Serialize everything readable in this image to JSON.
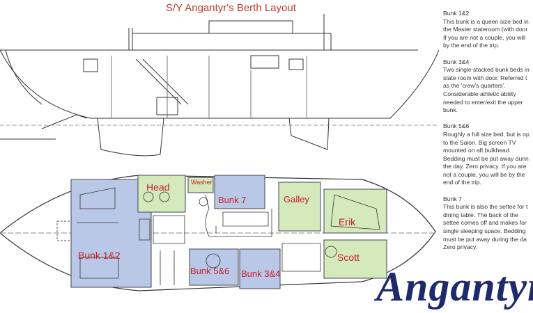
{
  "title": "S/Y Angantyr's Berth Layout",
  "notes": [
    {
      "heading": "Bunk 1&2",
      "lines": [
        "This bunk is a queen size bed in",
        "the Master stateroom (with door",
        "If you are not a couple, you will",
        "by the end of the trip."
      ]
    },
    {
      "heading": "Bunk 3&4",
      "lines": [
        "Two single stacked bunk beds in",
        "state room with door.  Referred t",
        "as the 'crew's quarters'.",
        "Considerable athletic ability",
        "needed to enter/exit the upper",
        "bunk."
      ]
    },
    {
      "heading": "Bunk 5&6",
      "lines": [
        "Roughly a full size bed, but is op",
        "to the Salon. Big screen TV",
        "mounted  on  aft bulkhead.",
        "Bedding must be put away durin",
        "the day. Zero privacy. If you are",
        "not a couple, you will be by the",
        "end of the trip."
      ]
    },
    {
      "heading": "Bunk 7",
      "lines": [
        "This bunk is also the settee for t",
        "dining table. The back of the",
        "settee comes off and makes for",
        "single sleeping space. Bedding",
        "must be put away during the da",
        "Zero privacy."
      ]
    }
  ],
  "zones": {
    "bunk12": "Bunk 1&2",
    "head": "Head",
    "washer": "Washer",
    "bunk7": "Bunk 7",
    "galley": "Galley",
    "erik": "Erik",
    "scott": "Scott",
    "bunk56": "Bunk 5&6",
    "bunk34": "Bunk 3&4"
  },
  "colors": {
    "blue_zone": "#b9c8e6",
    "green_zone": "#d4eabc",
    "label_red": "#c8202a",
    "logo_navy": "#1f2a6b"
  },
  "logo": "Angantyr"
}
